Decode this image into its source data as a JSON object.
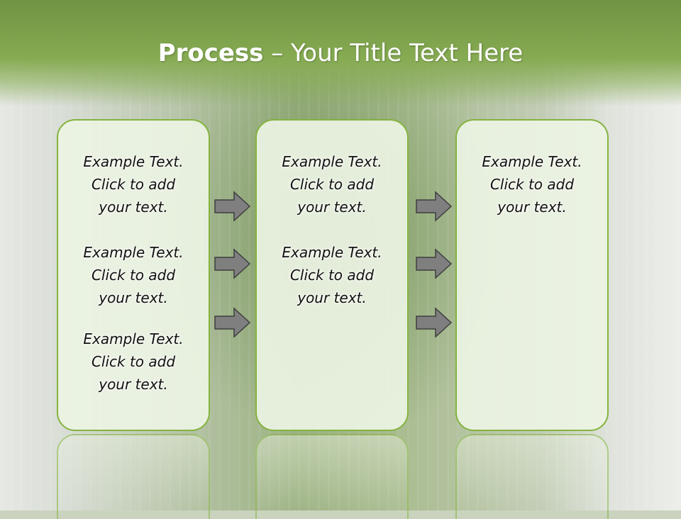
{
  "slide": {
    "title_strong": "Process",
    "title_rest": "  – Your Title Text Here"
  },
  "columns": [
    {
      "paragraphs": [
        "Example Text.\nClick  to add\nyour text.",
        "Example Text.\nClick  to add\nyour text.",
        "Example Text.\nClick  to add\nyour text."
      ]
    },
    {
      "paragraphs": [
        "Example Text.\nClick  to add\nyour text.",
        "Example Text.\nClick  to add\nyour text."
      ]
    },
    {
      "paragraphs": [
        "Example Text.\nClick  to add\nyour text."
      ]
    }
  ],
  "arrow_icon": "right-arrow-icon",
  "colors": {
    "header": "#7ea34b",
    "box_border": "#84b33f",
    "box_fill": "#ecf3e3",
    "arrow_fill": "#7f7f7f"
  }
}
